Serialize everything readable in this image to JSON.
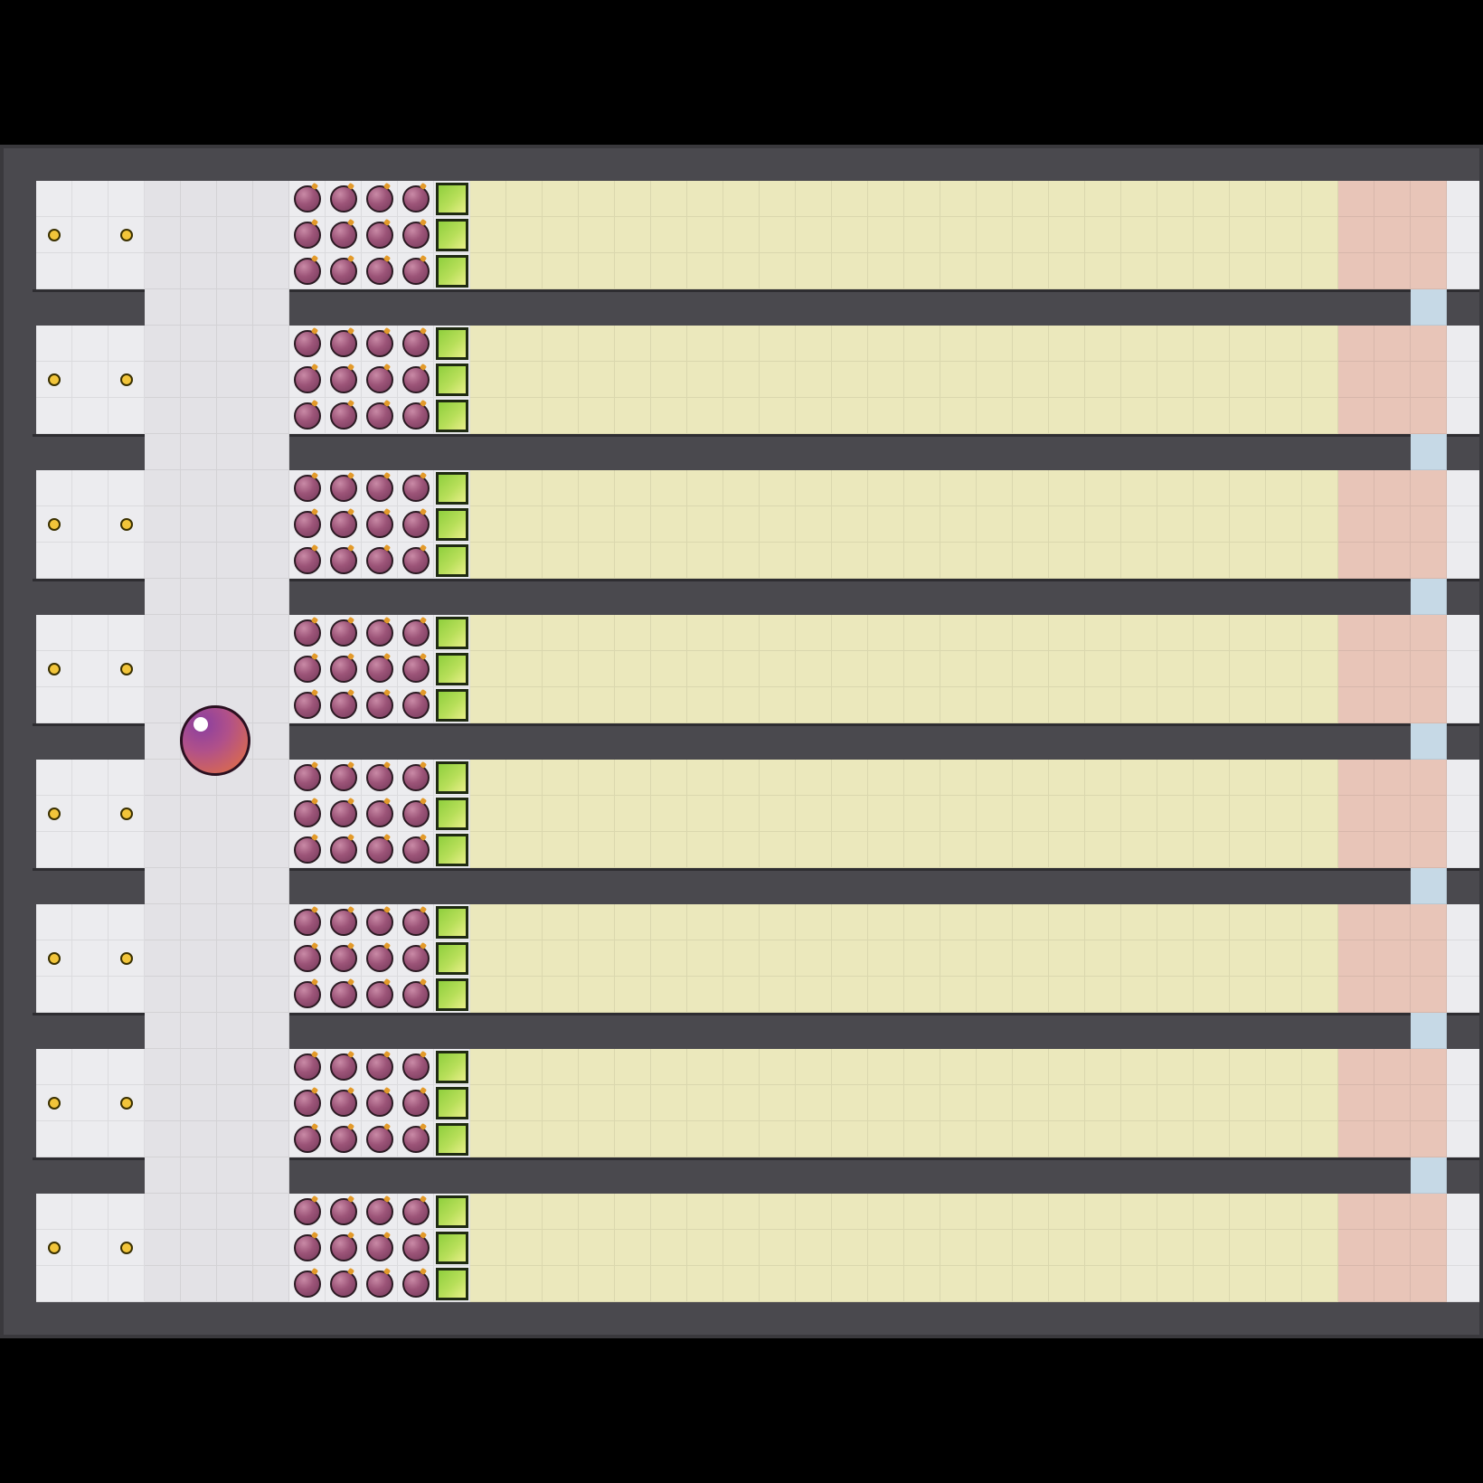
{
  "game": {
    "grid_cols": 41,
    "lanes": 8,
    "rows_per_lane": 3,
    "player": {
      "icon": "ball-icon",
      "lane": 3,
      "col": 4
    },
    "legend": {
      "coin": "coin-icon",
      "bomb": "bomb-icon",
      "crate": "crate-icon",
      "gear": "gear-icon"
    },
    "colors": {
      "background": "#000000",
      "wall": "#4a494e",
      "floor": "#ececef",
      "grass": "#ebe8bc",
      "danger": "#e8c5b8",
      "water": "#c6d9e6",
      "coin": "#f2c53a",
      "bomb": "#9c5478",
      "crate": "#8fcf3d"
    }
  }
}
